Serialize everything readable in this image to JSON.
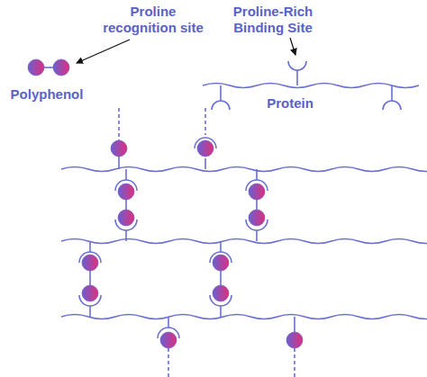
{
  "diagram": {
    "labels": [
      "Proline recognition site",
      "Proline-Rich Binding Site",
      "Polyphenol",
      "Protein"
    ]
  }
}
